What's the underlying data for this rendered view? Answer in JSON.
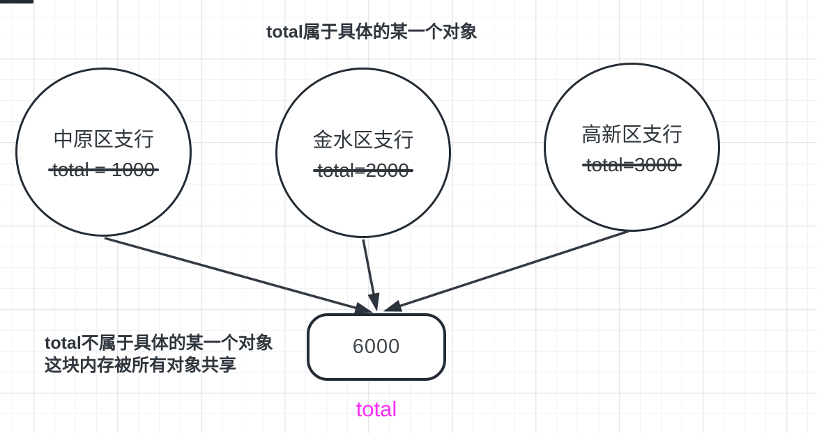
{
  "title": "total属于具体的某一个对象",
  "colors": {
    "stroke": "#232b34",
    "text": "#2f363d",
    "value_text": "#3f464c",
    "label_magenta": "#f92ef7",
    "grid_minor": "#f2f2f4",
    "grid_major": "#e7e7eb",
    "canvas_bg": "#ffffff",
    "corner_bar": "#232933"
  },
  "nodes": [
    {
      "name": "中原区支行",
      "total": "total = 1000"
    },
    {
      "name": "金水区支行",
      "total": "total=2000"
    },
    {
      "name": "高新区支行",
      "total": "total=3000"
    }
  ],
  "shared_total": {
    "value": "6000",
    "label": "total"
  },
  "note": {
    "line1": "total不属于具体的某一个对象",
    "line2": "这块内存被所有对象共享"
  }
}
